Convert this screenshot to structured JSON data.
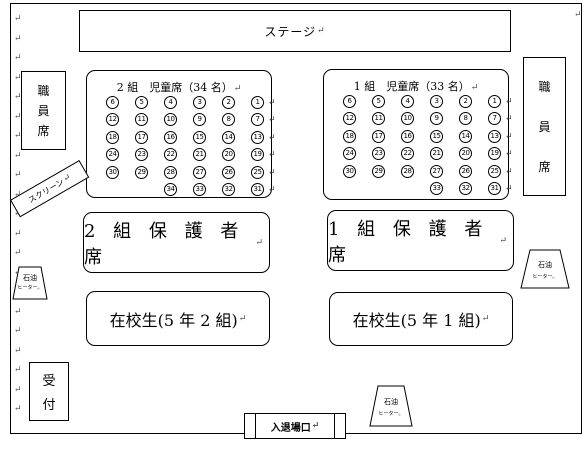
{
  "stage": "ステージ",
  "staff": [
    "職",
    "員",
    "席"
  ],
  "reception": [
    "受",
    "付"
  ],
  "screen": "スクリーン",
  "entrance": "入退場口",
  "return_mark": "↵",
  "class2_seats": {
    "title": "2 組　児童席（34 名）",
    "rows": [
      [
        "6",
        "5",
        "4",
        "3",
        "2",
        "1"
      ],
      [
        "12",
        "11",
        "10",
        "9",
        "8",
        "7"
      ],
      [
        "18",
        "17",
        "16",
        "15",
        "14",
        "13"
      ],
      [
        "24",
        "23",
        "22",
        "21",
        "20",
        "19"
      ],
      [
        "30",
        "29",
        "28",
        "27",
        "26",
        "25"
      ],
      [
        "",
        "",
        "34",
        "33",
        "32",
        "31"
      ]
    ]
  },
  "class1_seats": {
    "title": "1 組　児童席（33 名）",
    "rows": [
      [
        "6",
        "5",
        "4",
        "3",
        "2",
        "1"
      ],
      [
        "12",
        "11",
        "10",
        "9",
        "8",
        "7"
      ],
      [
        "18",
        "17",
        "16",
        "15",
        "14",
        "13"
      ],
      [
        "24",
        "23",
        "22",
        "21",
        "20",
        "19"
      ],
      [
        "30",
        "29",
        "28",
        "27",
        "26",
        "25"
      ],
      [
        "",
        "",
        "",
        "33",
        "32",
        "31"
      ]
    ]
  },
  "guardian2": "2 組 保 護 者 席",
  "guardian1": "1 組 保 護 者 席",
  "student2": "在校生(5 年 2 組)",
  "student1": "在校生(5 年 1 組)",
  "heater": [
    "石油",
    "ヒーター。"
  ]
}
